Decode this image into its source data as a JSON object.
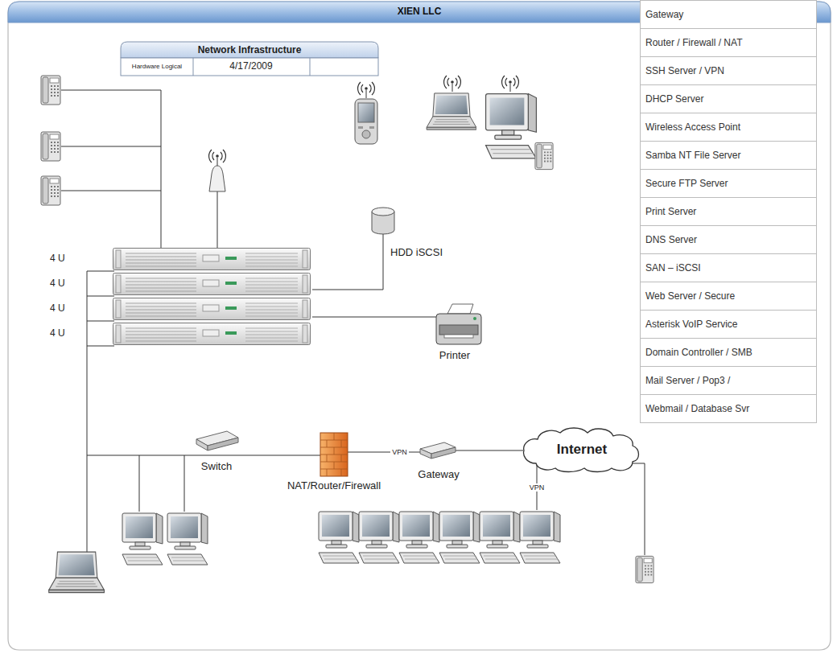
{
  "diagram": {
    "title": "XIEN LLC",
    "nodes": [
      {
        "text": [
          "Network Infrastructure",
          "Hardware Logical",
          "4/17/2009"
        ]
      },
      {
        "text": [
          "HDD iSCSI"
        ]
      },
      {
        "text": [
          "4 U"
        ]
      },
      {
        "text": [
          "4 U"
        ]
      },
      {
        "text": [
          "4 U"
        ]
      },
      {
        "text": [
          "4 U"
        ]
      },
      {
        "text": [
          "Printer"
        ]
      },
      {
        "text": [
          "Switch"
        ]
      },
      {
        "text": [
          "NAT/Router/Firewall"
        ]
      },
      {
        "text": [
          "Gateway"
        ]
      },
      {
        "text": [
          "Internet"
        ]
      }
    ],
    "edges": [
      {
        "from": 3,
        "to": 1,
        "arrow": "none"
      },
      {
        "from": 4,
        "to": 6,
        "arrow": "none"
      },
      {
        "from": 7,
        "to": 8,
        "arrow": "none"
      },
      {
        "from": 8,
        "to": 9,
        "label": "VPN",
        "arrow": "none"
      },
      {
        "from": 9,
        "to": 10,
        "arrow": "none"
      }
    ],
    "labels": [
      "Gateway",
      "Router / Firewall / NAT",
      "SSH Server / VPN",
      "DHCP Server",
      "Wireless Access Point",
      "Samba NT File Server",
      "Secure FTP Server",
      "Print Server",
      "DNS Server",
      "SAN – iSCSI",
      "Web Server / Secure",
      "Asterisk VoIP Service",
      "Domain Controller / SMB",
      "Mail Server / Pop3 /",
      "Webmail / Database Svr",
      "VPN"
    ]
  }
}
